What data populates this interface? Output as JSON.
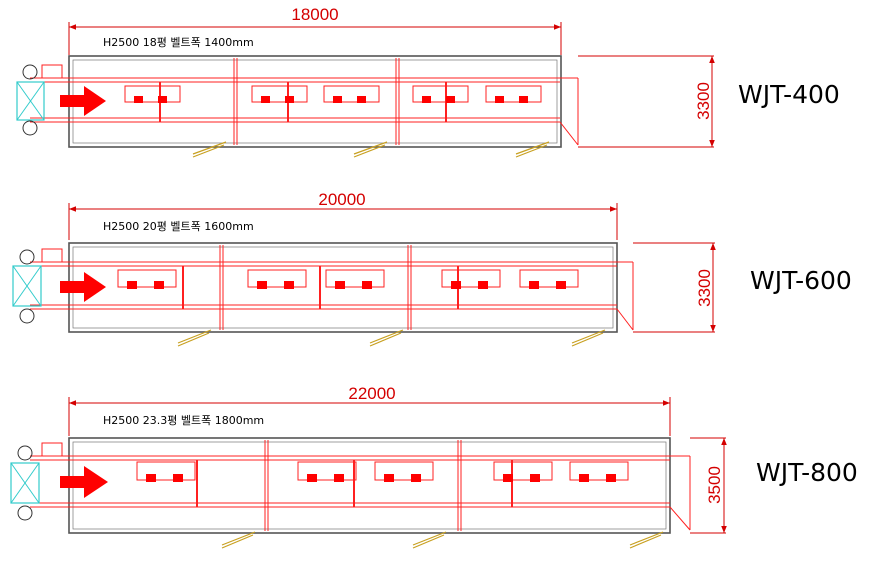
{
  "colors": {
    "outline": "#555555",
    "conveyor": "#ff2020",
    "dimension": "#d40000",
    "entry": "#33cccc",
    "guide": "#c8a020",
    "motor": "#333333"
  },
  "layouts": [
    {
      "model": "WJT-400",
      "spec": "H2500  18평 벨트폭 1400mm",
      "length": "18000",
      "width": "3300"
    },
    {
      "model": "WJT-600",
      "spec": "H2500 20평 벨트폭 1600mm",
      "length": "20000",
      "width": "3300"
    },
    {
      "model": "WJT-800",
      "spec": "H2500  23.3평 벨트폭 1800mm",
      "length": "22000",
      "width": "3500"
    }
  ]
}
